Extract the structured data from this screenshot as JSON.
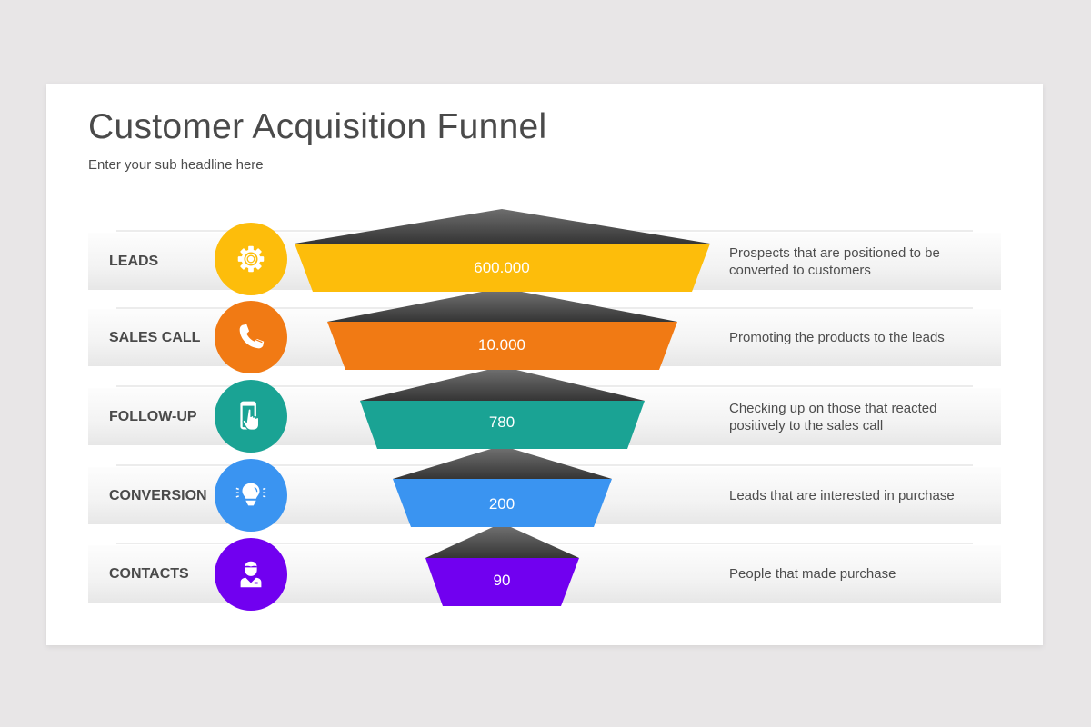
{
  "slide": {
    "title": "Customer Acquisition Funnel",
    "subtitle": "Enter your sub headline here"
  },
  "stages": [
    {
      "label": "LEADS",
      "value": "600.000",
      "description": "Prospects that are positioned to be converted to customers",
      "color": "#fdbd0b",
      "icon": "gear-icon"
    },
    {
      "label": "SALES CALL",
      "value": "10.000",
      "description": "Promoting the products to the leads",
      "color": "#f17a14",
      "icon": "phone-icon"
    },
    {
      "label": "FOLLOW-UP",
      "value": "780",
      "description": "Checking up on those that reacted positively to the sales call",
      "color": "#1aa394",
      "icon": "touch-phone-icon"
    },
    {
      "label": "CONVERSION",
      "value": "200",
      "description": "Leads that are interested in purchase",
      "color": "#3a94f1",
      "icon": "lightbulb-icon"
    },
    {
      "label": "CONTACTS",
      "value": "90",
      "description": "People that made purchase",
      "color": "#7100f0",
      "icon": "person-icon"
    }
  ],
  "colors": {
    "background": "#e8e6e7",
    "card": "#ffffff",
    "text": "#4a4a4a",
    "funnel_shadow": "#3d3d3d"
  },
  "chart_data": {
    "type": "funnel",
    "title": "Customer Acquisition Funnel",
    "subtitle": "Enter your sub headline here",
    "categories": [
      "LEADS",
      "SALES CALL",
      "FOLLOW-UP",
      "CONVERSION",
      "CONTACTS"
    ],
    "values": [
      600000,
      10000,
      780,
      200,
      90
    ],
    "value_labels": [
      "600.000",
      "10.000",
      "780",
      "200",
      "90"
    ],
    "descriptions": [
      "Prospects that are positioned to be converted to customers",
      "Promoting the products to the leads",
      "Checking up on those that reacted positively to the sales call",
      "Leads that are interested in purchase",
      "People that made purchase"
    ],
    "colors": [
      "#fdbd0b",
      "#f17a14",
      "#1aa394",
      "#3a94f1",
      "#7100f0"
    ]
  }
}
